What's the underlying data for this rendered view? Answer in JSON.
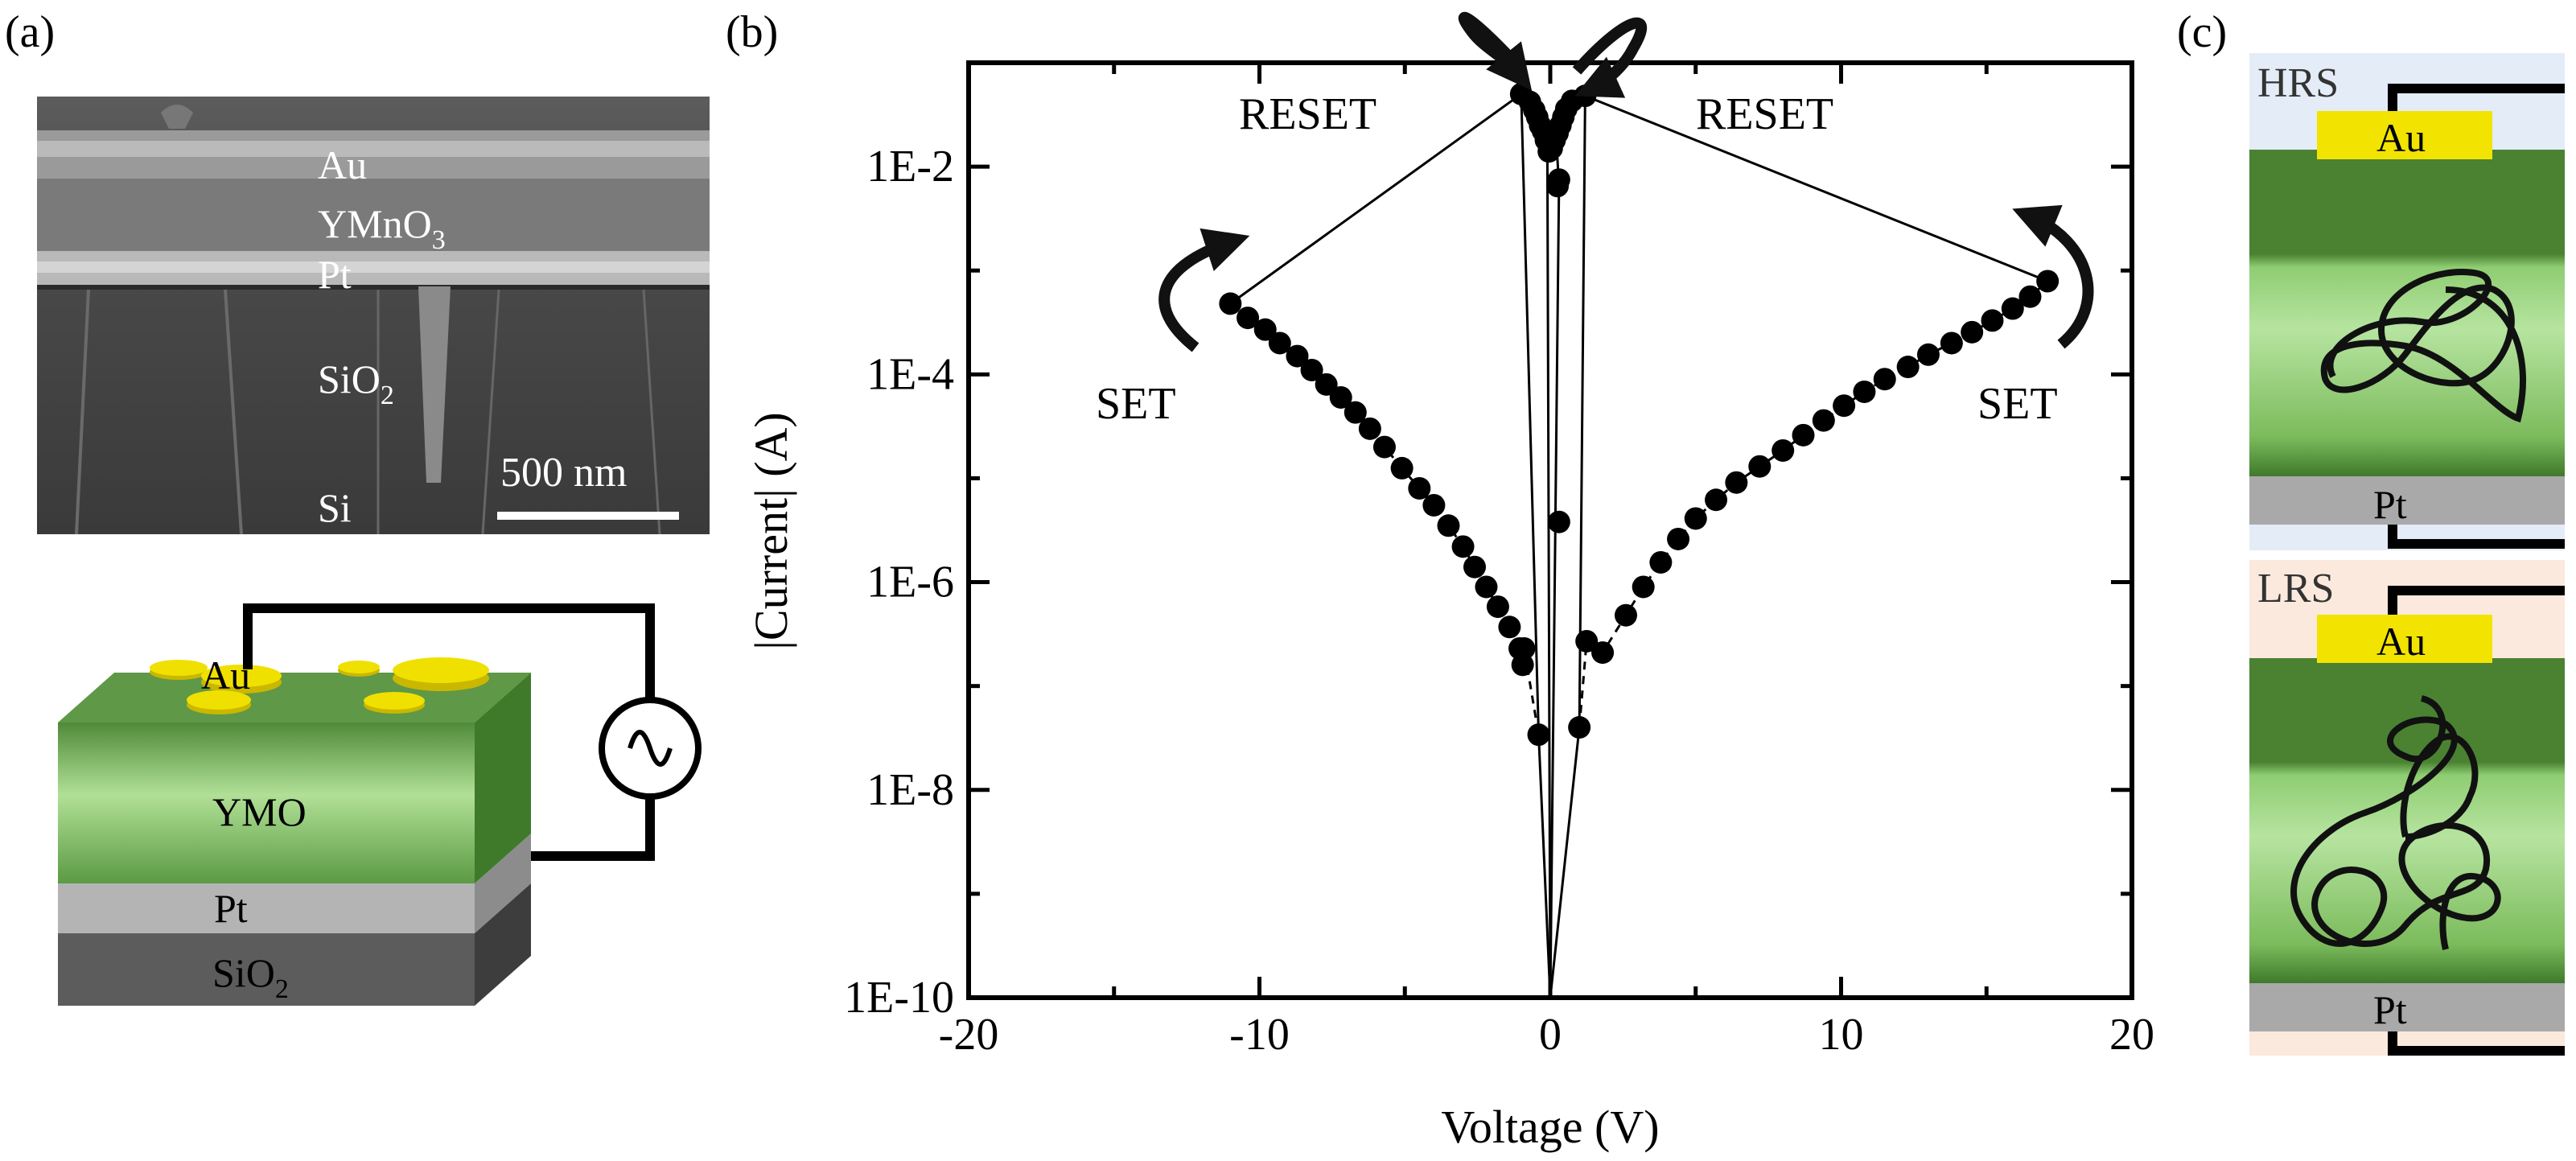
{
  "panels": {
    "a": "(a)",
    "b": "(b)",
    "c": "(c)"
  },
  "sem": {
    "layers": [
      "Au",
      "YMnO",
      "Pt",
      "SiO",
      "Si"
    ],
    "subscripts": {
      "ymno": "3",
      "sio2": "2"
    },
    "scalebar": "500 nm"
  },
  "device": {
    "au": "Au",
    "ymo": "YMO",
    "pt": "Pt",
    "sio": "SiO",
    "sio_sub": "2"
  },
  "iv": {
    "labels": {
      "reset": "RESET",
      "set": "SET"
    }
  },
  "states": {
    "hrs": {
      "title": "HRS",
      "top": "Au",
      "bottom": "Pt"
    },
    "lrs": {
      "title": "LRS",
      "top": "Au",
      "bottom": "Pt"
    }
  },
  "colors": {
    "au": "#f2e400",
    "film_dark": "#4d8a35",
    "film_light": "#a6da88",
    "pt": "#a6a6a6",
    "sio2": "#5d5d5d",
    "hrs_bg": "#e4ecf8",
    "lrs_bg": "#fbe9dd"
  },
  "chart_data": {
    "type": "scatter",
    "xlabel": "Voltage (V)",
    "ylabel": "|Current| (A)",
    "xlim": [
      -20,
      20
    ],
    "ylim": [
      1e-10,
      0.1
    ],
    "yscale": "log",
    "xticks": [
      -20,
      -10,
      0,
      10,
      20
    ],
    "yticks": [
      1e-10,
      1e-08,
      1e-06,
      0.0001,
      0.01
    ],
    "ytick_labels": [
      "1E-10",
      "1E-8",
      "1E-6",
      "1E-4",
      "1E-2"
    ],
    "grid": false,
    "series": [
      {
        "x": [
          -11.0,
          -10.4,
          -9.8,
          -9.3,
          -8.7,
          -8.2,
          -7.7,
          -7.2,
          -6.7,
          -6.2,
          -5.7,
          -5.1,
          -4.5,
          -4.0,
          -3.5,
          -3.0,
          -2.6,
          -2.2,
          -1.8,
          -1.4,
          -1.05,
          -0.95,
          -0.9,
          -0.4
        ],
        "y": [
          0.00048,
          0.00035,
          0.00027,
          0.0002,
          0.00015,
          0.00011,
          8e-05,
          6e-05,
          4.3e-05,
          3e-05,
          2e-05,
          1.25e-05,
          8e-06,
          5.5e-06,
          3.5e-06,
          2.2e-06,
          1.4e-06,
          9e-07,
          5.8e-07,
          3.7e-07,
          2.3e-07,
          1.6e-07,
          2.3e-07,
          3.4e-08
        ]
      },
      {
        "x": [
          1.0,
          1.25,
          1.8,
          2.6,
          3.2,
          3.8,
          4.4,
          5.0,
          5.7,
          6.4,
          7.2,
          8.0,
          8.7,
          9.4,
          10.1,
          10.8,
          11.5,
          12.3,
          13.0,
          13.8,
          14.5,
          15.2,
          15.9,
          16.5,
          17.1
        ],
        "y": [
          4e-08,
          2.7e-07,
          2.1e-07,
          4.8e-07,
          9e-07,
          1.55e-06,
          2.6e-06,
          4.1e-06,
          6.2e-06,
          9.1e-06,
          1.3e-05,
          1.85e-05,
          2.6e-05,
          3.6e-05,
          5e-05,
          6.8e-05,
          9e-05,
          0.000118,
          0.000155,
          0.0002,
          0.000255,
          0.00033,
          0.00043,
          0.00056,
          0.00079
        ]
      },
      {
        "x": [
          -1.0,
          -0.7,
          -0.55,
          -0.45,
          -0.35,
          -0.25,
          -0.15,
          -0.05,
          0.05,
          0.15,
          0.25,
          0.35,
          0.45,
          0.55,
          0.75,
          1.2,
          0.3,
          0.25,
          0.3
        ],
        "y": [
          0.05,
          0.042,
          0.035,
          0.03,
          0.025,
          0.022,
          0.018,
          0.014,
          0.015,
          0.018,
          0.021,
          0.025,
          0.03,
          0.036,
          0.043,
          0.048,
          0.0075,
          0.0065,
          3.8e-06
        ]
      }
    ]
  }
}
